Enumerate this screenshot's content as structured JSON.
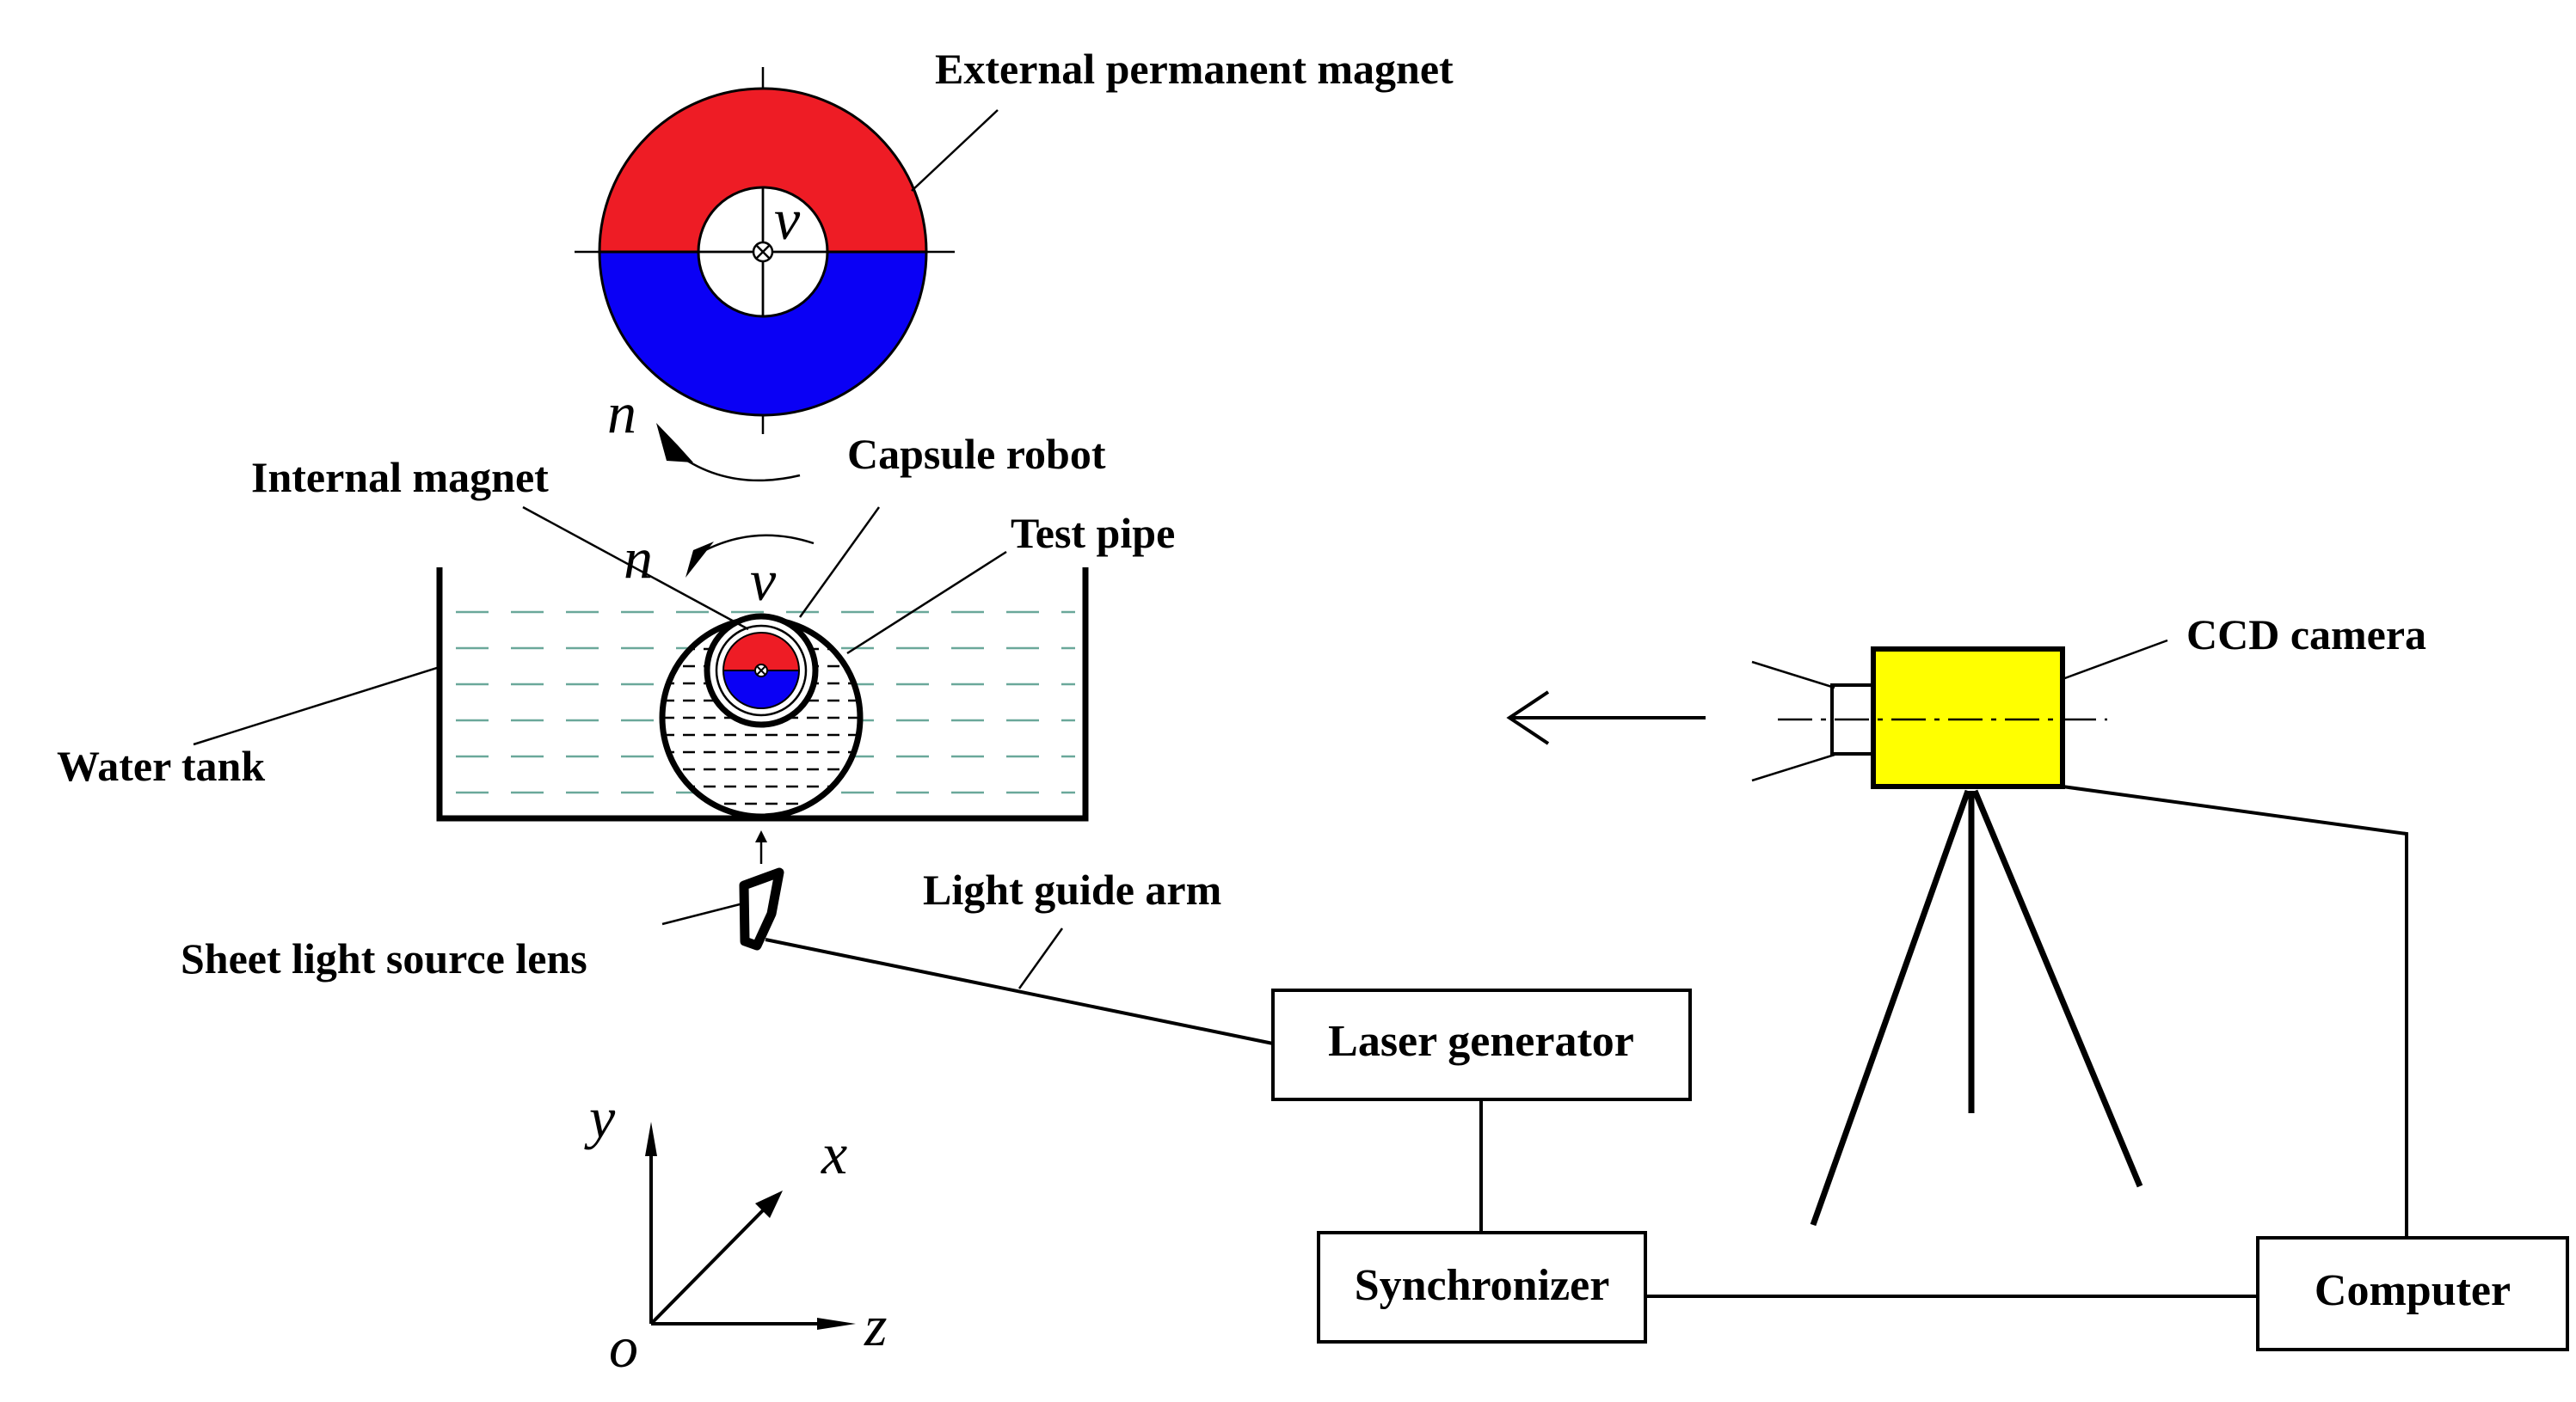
{
  "labels": {
    "external_magnet": "External permanent magnet",
    "internal_magnet": "Internal magnet",
    "capsule_robot": "Capsule robot",
    "test_pipe": "Test pipe",
    "water_tank": "Water tank",
    "sheet_light_lens": "Sheet light source lens",
    "light_guide_arm": "Light guide arm",
    "laser_generator": "Laser generator",
    "synchronizer": "Synchronizer",
    "computer": "Computer",
    "ccd_camera": "CCD camera"
  },
  "symbols": {
    "velocity_top": "v",
    "rotation_top": "n",
    "velocity_tank": "v",
    "rotation_tank": "n"
  },
  "axes": {
    "x": "x",
    "y": "y",
    "z": "z",
    "origin": "o"
  },
  "colors": {
    "magnet_north": "#ee1c25",
    "magnet_south": "#0a00f5",
    "camera_body": "#ffff00",
    "water_dash": "#6aa89a",
    "pipe_dash": "#000000"
  }
}
